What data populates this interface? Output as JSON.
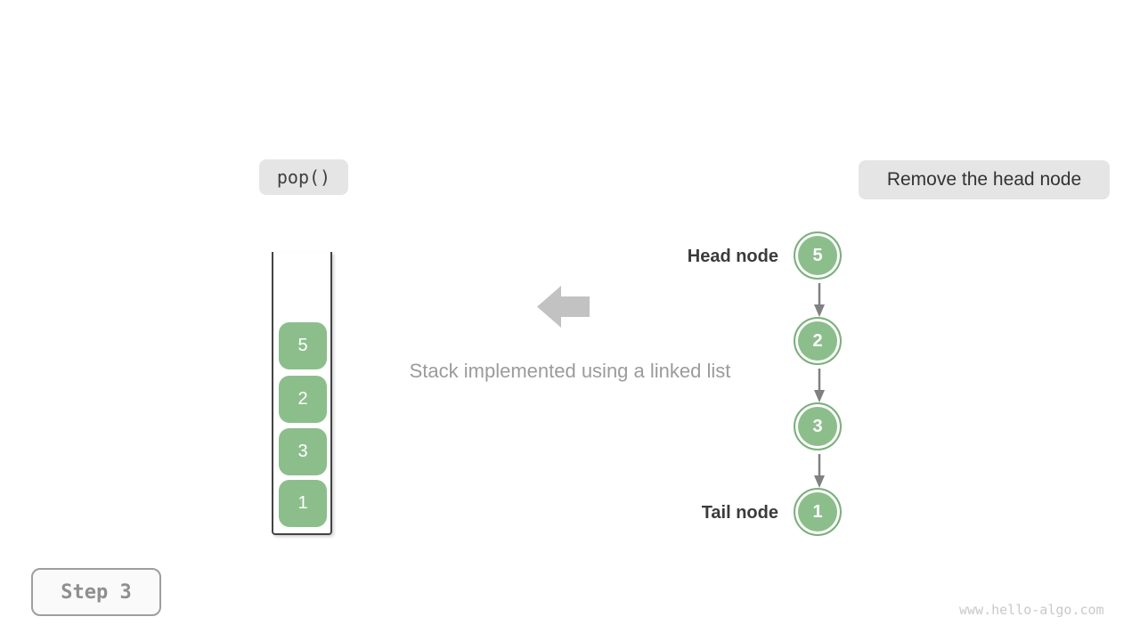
{
  "operation_label": "pop()",
  "action_label": "Remove the head node",
  "caption": "Stack implemented using a linked list",
  "step_label": "Step 3",
  "watermark": "www.hello-algo.com",
  "stack": {
    "items": [
      "5",
      "2",
      "3",
      "1"
    ]
  },
  "linked_list": {
    "head_label": "Head node",
    "tail_label": "Tail node",
    "nodes": [
      "5",
      "2",
      "3",
      "1"
    ]
  },
  "icons": {
    "big_left_arrow": "left-block-arrow",
    "node_connector": "down-arrow"
  },
  "colors": {
    "node_green": "#8CBE8C",
    "node_border_green": "#7BB07B",
    "label_background": "#E5E5E5",
    "connector_arrow_gray": "#808080",
    "big_arrow_gray": "#C2C2C2",
    "caption_gray": "#9B9B9B",
    "step_gray": "#8F8F8F",
    "dark_text": "#3B3B3B",
    "watermark_gray": "#C9C9C9"
  }
}
